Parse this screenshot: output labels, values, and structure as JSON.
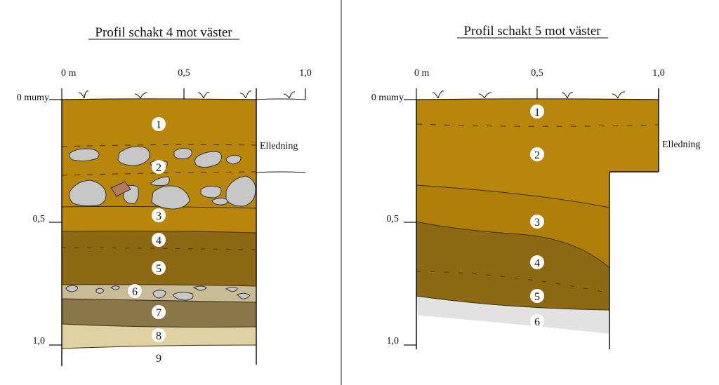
{
  "colors": {
    "layer_ochre": "#b8860b",
    "layer_dark": "#8d6914",
    "layer_olive": "#8a7648",
    "layer_gravel": "#c9bb97",
    "layer_sand": "#e0d0a2",
    "layer_grey": "#e2e2e2",
    "stone": "#c7c7c7",
    "brick": "#b47a5c",
    "divider": "#6b6b6b"
  },
  "profile4": {
    "title": "Profil schakt 4 mot väster",
    "x_ticks": [
      "0 m",
      "0,5",
      "1,0"
    ],
    "y_ticks": [
      "0 mumy",
      "0,5",
      "1,0"
    ],
    "pipe_label": "Elledning",
    "layers": [
      "1",
      "2",
      "3",
      "4",
      "5",
      "6",
      "7",
      "8",
      "9"
    ]
  },
  "profile5": {
    "title": "Profil schakt 5 mot väster",
    "x_ticks": [
      "0 m",
      "0,5",
      "1,0"
    ],
    "y_ticks": [
      "0 mumy",
      "0,5",
      "1,0"
    ],
    "pipe_label": "Elledning",
    "layers": [
      "1",
      "2",
      "3",
      "4",
      "5",
      "6"
    ]
  }
}
